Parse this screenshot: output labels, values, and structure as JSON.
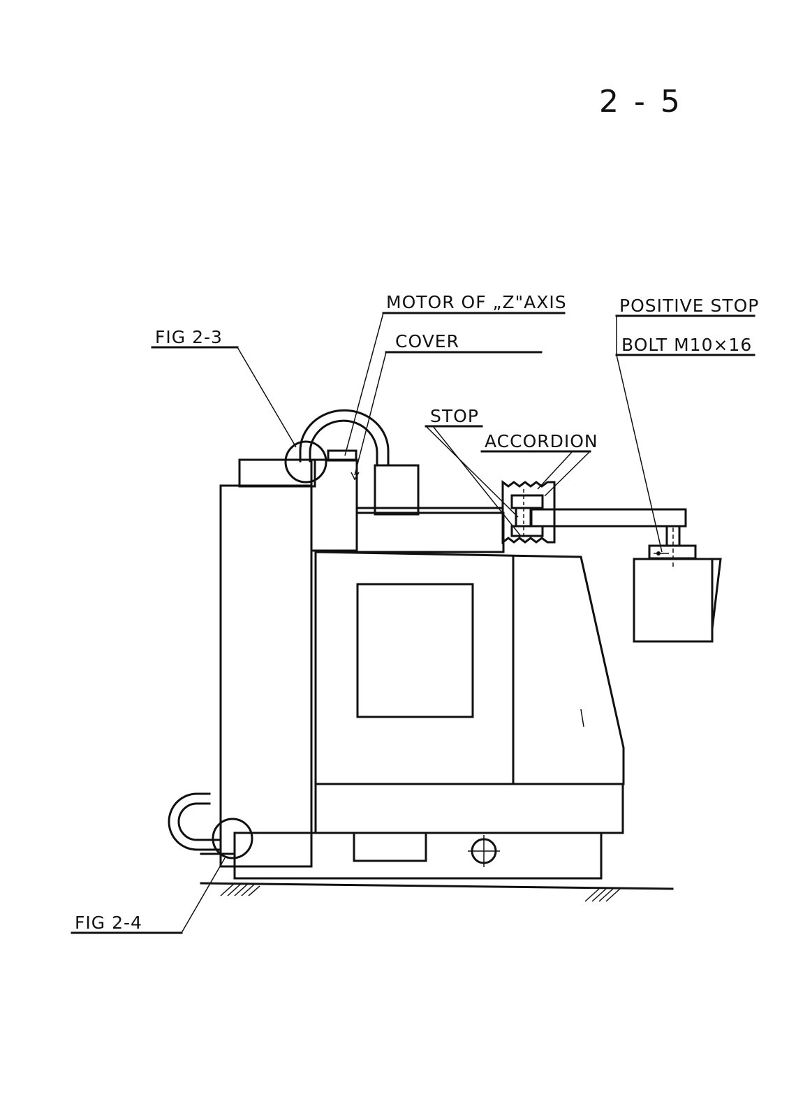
{
  "page_number": "2 - 5",
  "labels": {
    "motor": "MOTOR OF „Z\"AXIS",
    "cover": "COVER",
    "positive_stop": "POSITIVE STOP",
    "bolt": "BOLT  M10×16",
    "fig23": "FIG 2-3",
    "stop": "STOP",
    "accordion": "ACCORDION",
    "fig24": "FIG 2-4"
  }
}
